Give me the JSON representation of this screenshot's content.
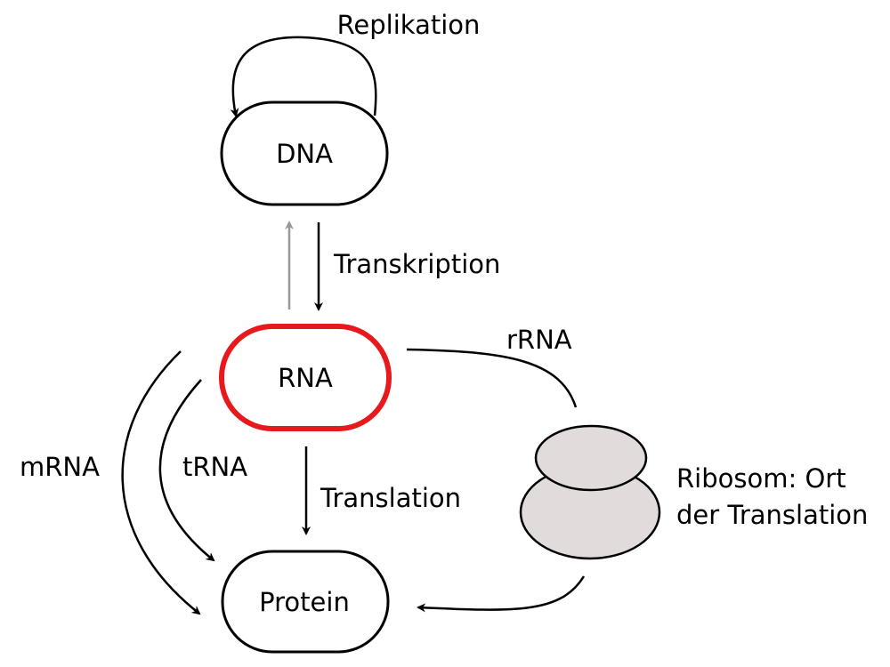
{
  "nodes": {
    "dna": {
      "label": "DNA"
    },
    "rna": {
      "label": "RNA"
    },
    "protein": {
      "label": "Protein"
    }
  },
  "labels": {
    "replication": "Replikation",
    "transcription": "Transkription",
    "translation": "Translation",
    "mrna": "mRNA",
    "trna": "tRNA",
    "rrna": "rRNA",
    "ribosome_line1": "Ribosom: Ort",
    "ribosome_line2": "der Translation"
  },
  "colors": {
    "highlight": "#e8191c",
    "reverse_arrow": "#999999",
    "ribosome_fill": "#e1dcdb",
    "stroke": "#000000"
  },
  "icons": {
    "ribosome": "ribosome-icon"
  }
}
